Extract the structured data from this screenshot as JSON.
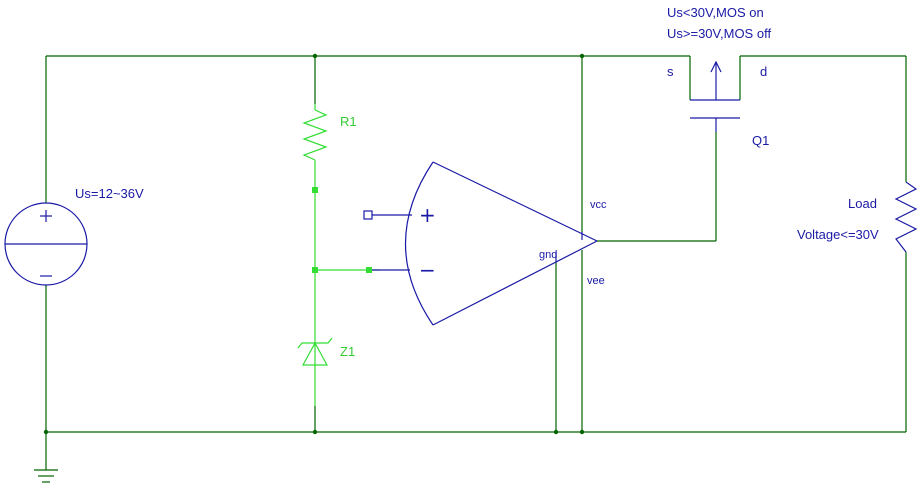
{
  "colors": {
    "wire": "#006400",
    "component": "#1a1aa6",
    "highlight": "#33dd33",
    "label_blue": "#1a1aa6",
    "label_green": "#33cc33"
  },
  "labels": {
    "source": "Us=12~36V",
    "r1": "R1",
    "z1": "Z1",
    "q1": "Q1",
    "mos_on": "Us<30V,MOS on",
    "mos_off": "Us>=30V,MOS off",
    "source_pin": "s",
    "drain_pin": "d",
    "load": "Load",
    "load_voltage": "Voltage<=30V",
    "vcc": "vcc",
    "gnd": "gnd",
    "vee": "vee",
    "opamp_plus": "+",
    "opamp_minus": "−",
    "source_plus": "+",
    "source_minus": "−"
  },
  "icons": {
    "ground": "ground-icon",
    "voltage_source": "voltage-source-icon",
    "resistor": "resistor-icon",
    "zener": "zener-diode-icon",
    "opamp": "op-amp-icon",
    "mosfet": "mosfet-icon"
  }
}
